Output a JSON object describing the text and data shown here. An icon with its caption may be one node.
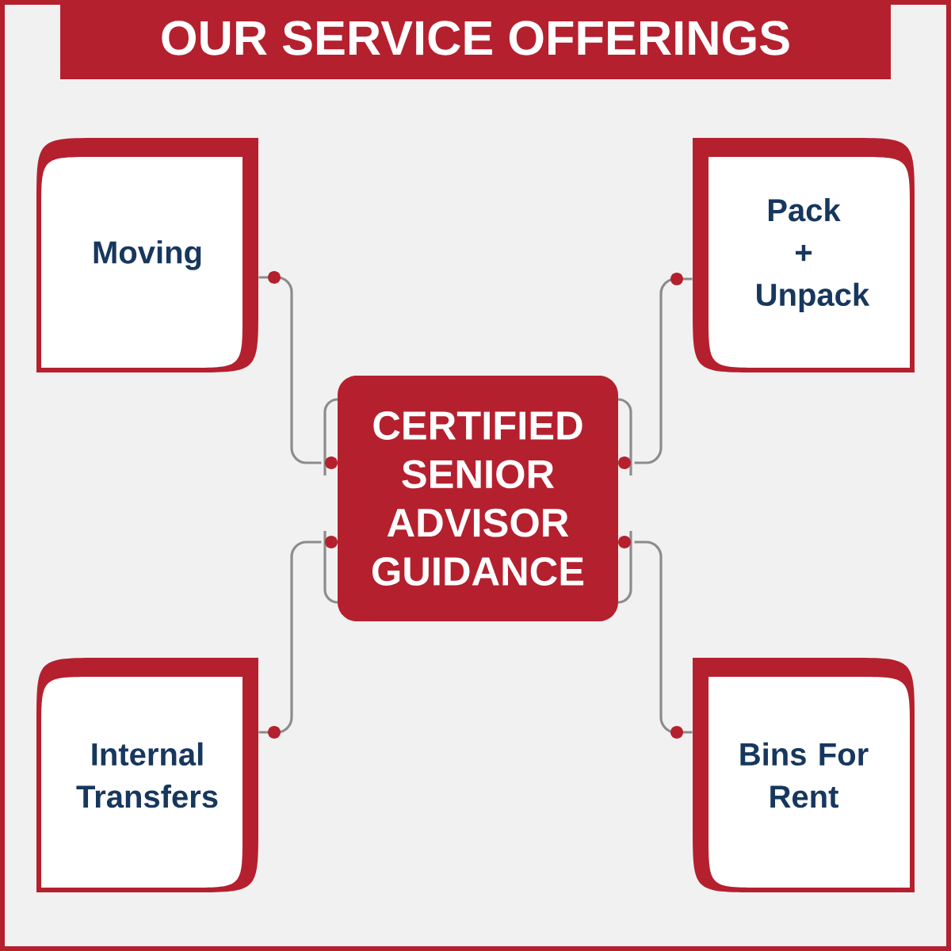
{
  "diagram": {
    "title": "OUR SERVICE OFFERINGS",
    "nodes": [
      {
        "text": [
          "CERTIFIED SENIOR ADVISOR GUIDANCE"
        ]
      },
      {
        "text": [
          "Moving"
        ]
      },
      {
        "text": [
          "Pack + Unpack"
        ]
      },
      {
        "text": [
          "Internal Transfers"
        ]
      },
      {
        "text": [
          "Bins For Rent"
        ]
      }
    ],
    "edges": [
      {
        "from": 0,
        "to": 1,
        "arrow": "none"
      },
      {
        "from": 0,
        "to": 2,
        "arrow": "none"
      },
      {
        "from": 0,
        "to": 3,
        "arrow": "none"
      },
      {
        "from": 0,
        "to": 4,
        "arrow": "none"
      }
    ]
  }
}
